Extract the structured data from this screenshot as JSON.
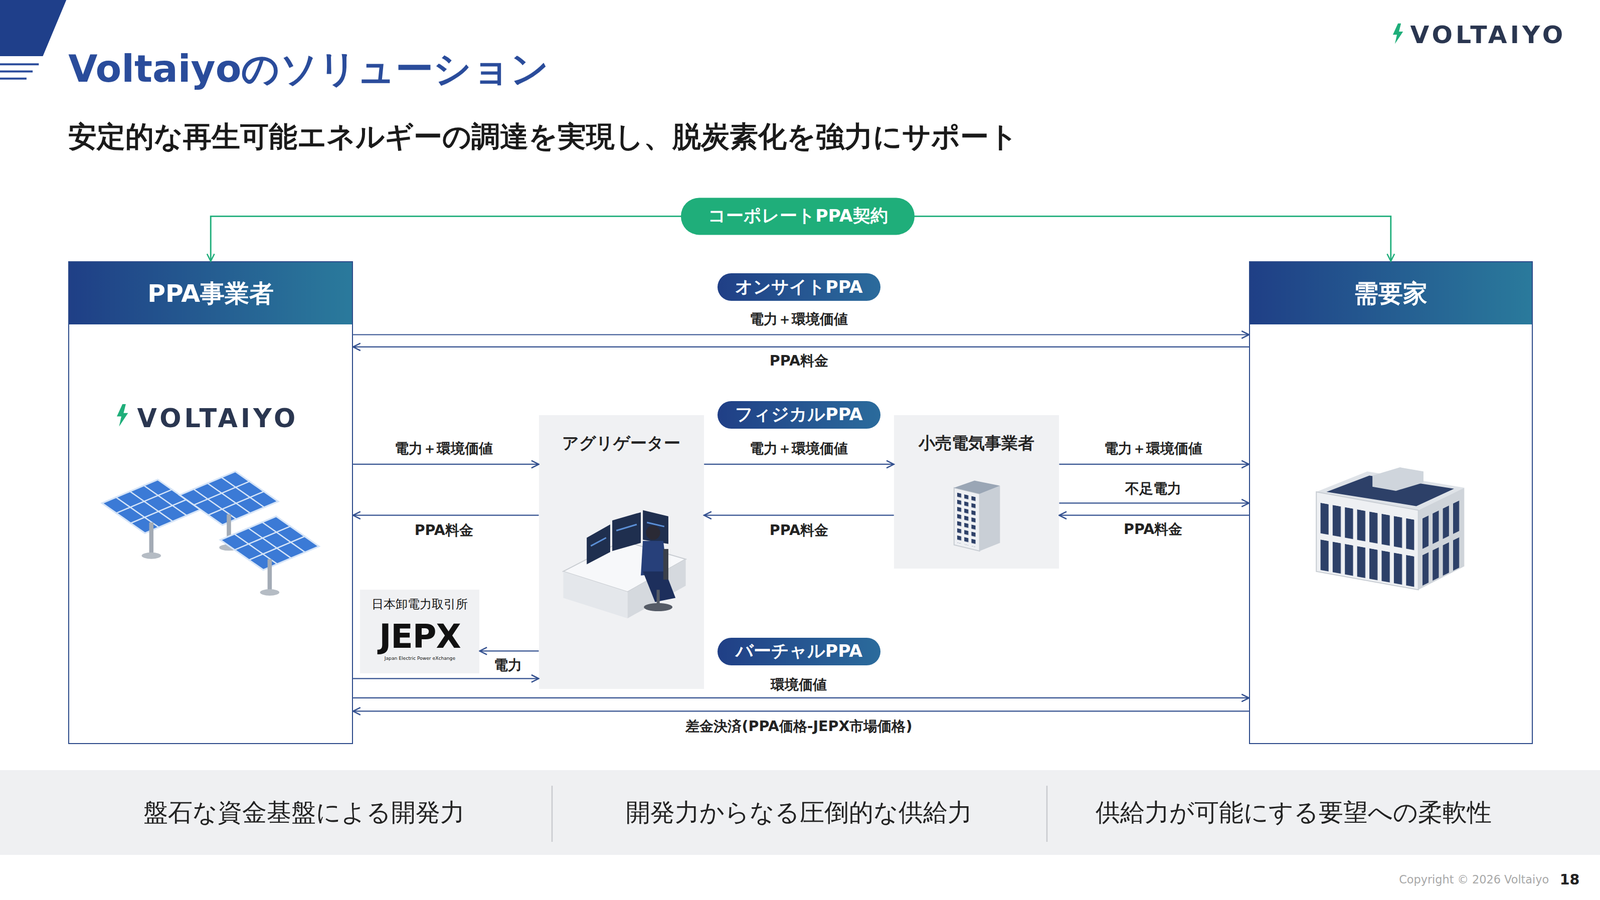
{
  "diagram": {
    "title": "Voltaiyoのソリューション",
    "nodes": [
      {
        "text": [
          "PPA事業者",
          "VOLTAIYO"
        ]
      },
      {
        "text": [
          "オンサイトPPA"
        ]
      },
      {
        "text": [
          "需要家"
        ]
      },
      {
        "text": [
          "アグリゲーター"
        ]
      },
      {
        "text": [
          "フィジカルPPA"
        ]
      },
      {
        "text": [
          "小売電気事業者"
        ]
      },
      {
        "text": [
          "日本卸電力取引所",
          "JEPX",
          "Japan Electric Power eXchange"
        ]
      },
      {
        "text": [
          "バーチャルPPA"
        ]
      },
      {
        "text": [
          "盤石な資金基盤による開発力",
          "開発力からなる圧倒的な供給力",
          "供給力が可能にする要望への柔軟性"
        ]
      }
    ],
    "edges": [
      {
        "from": 0,
        "to": 2,
        "arrow": "both",
        "label": "コーポレートPPA契約"
      },
      {
        "from": 0,
        "to": 2,
        "arrow": "to",
        "label": "電力＋環境価値"
      },
      {
        "from": 2,
        "to": 0,
        "arrow": "to",
        "label": "PPA料金"
      },
      {
        "from": 0,
        "to": 3,
        "arrow": "to",
        "label": "電力＋環境価値"
      },
      {
        "from": 3,
        "to": 0,
        "arrow": "to",
        "label": "PPA料金"
      },
      {
        "from": 3,
        "to": 5,
        "arrow": "to",
        "label": "電力＋環境価値"
      },
      {
        "from": 5,
        "to": 3,
        "arrow": "to",
        "label": "PPA料金"
      },
      {
        "from": 5,
        "to": 2,
        "arrow": "to",
        "label": "電力＋環境価値"
      },
      {
        "from": 5,
        "to": 2,
        "arrow": "to",
        "label": "不足電力"
      },
      {
        "from": 2,
        "to": 5,
        "arrow": "to",
        "label": "PPA料金"
      },
      {
        "from": 3,
        "to": 6,
        "arrow": "to"
      },
      {
        "from": 0,
        "to": 3,
        "arrow": "to",
        "label": "電力"
      },
      {
        "from": 0,
        "to": 2,
        "arrow": "to",
        "label": "環境価値"
      },
      {
        "from": 2,
        "to": 0,
        "arrow": "to",
        "label": "差金決済(PPA価格-JEPX市場価格)"
      }
    ],
    "labels": [
      "安定的な再生可能エネルギーの調達を実現し、脱炭素化を強力にサポート",
      "VOLTAIYO",
      "Copyright © 2026 Voltaiyo",
      "18"
    ]
  }
}
